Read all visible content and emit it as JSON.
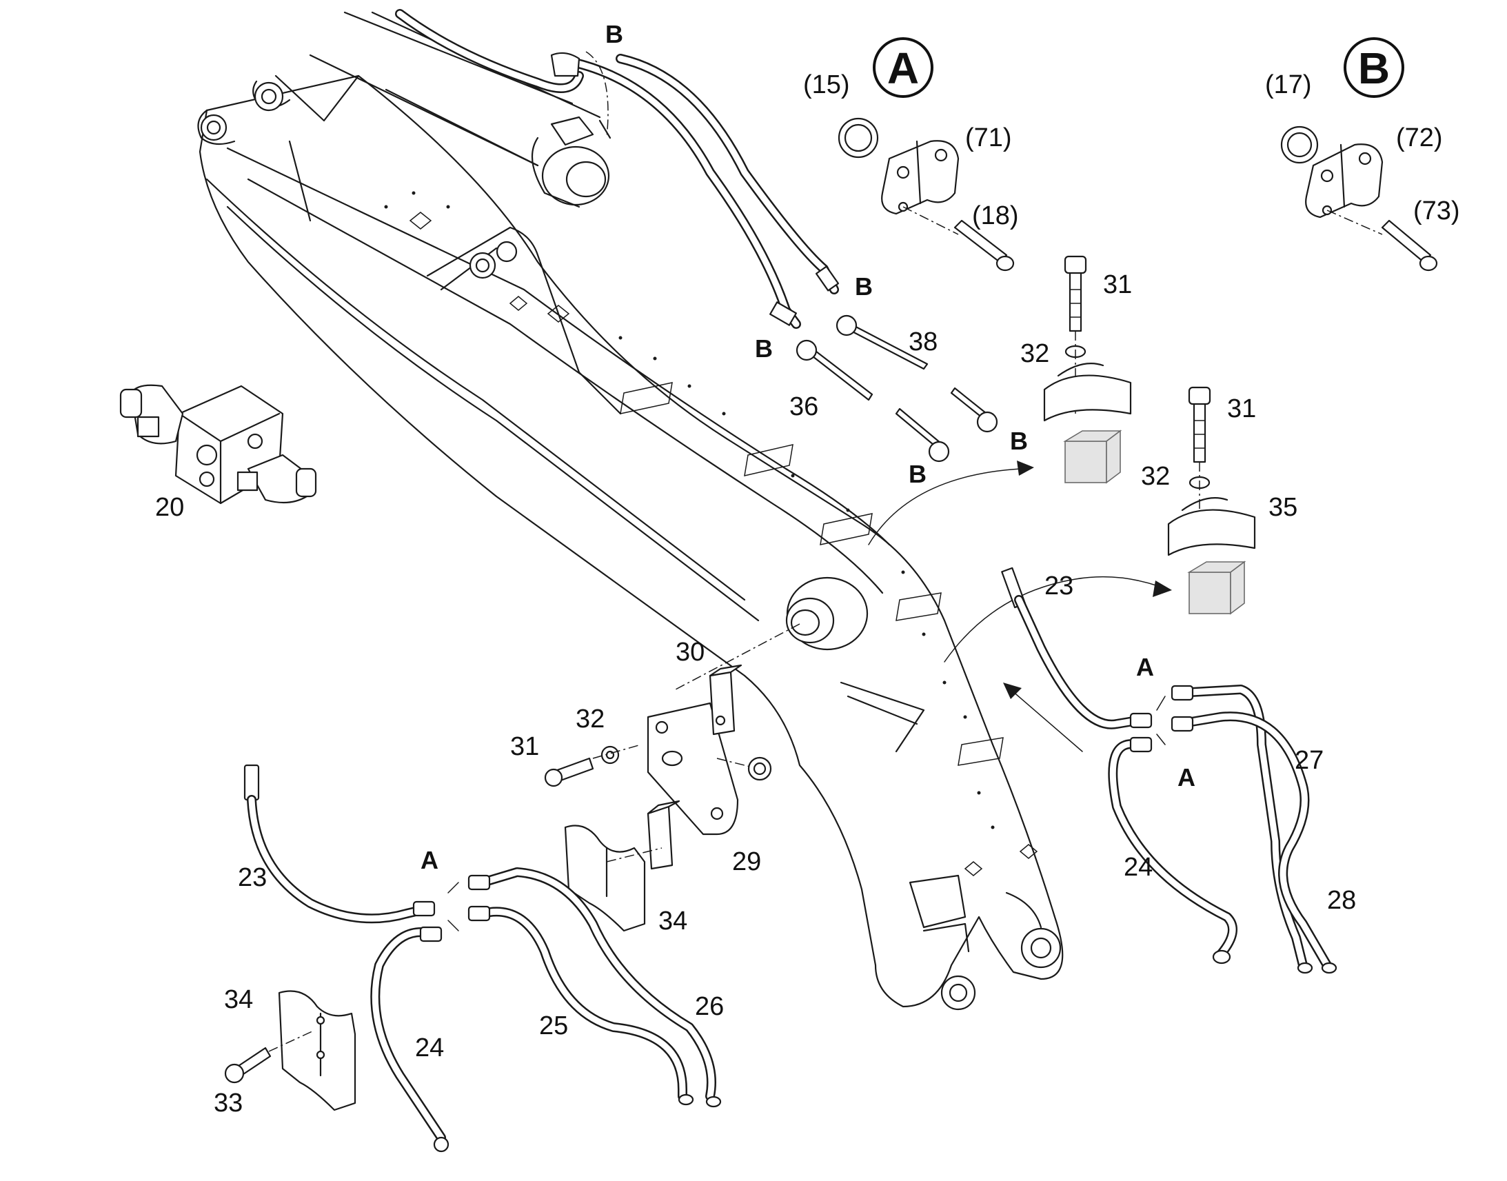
{
  "diagram": {
    "detail_markers": [
      "A",
      "B"
    ],
    "detail_a_labels": [
      "(15)",
      "(71)",
      "(18)"
    ],
    "detail_b_labels": [
      "(17)",
      "(72)",
      "(73)"
    ],
    "connection_labels": [
      "A",
      "B"
    ],
    "part_numbers": [
      "20",
      "23",
      "24",
      "25",
      "26",
      "27",
      "28",
      "29",
      "30",
      "31",
      "32",
      "33",
      "34",
      "35",
      "36",
      "38"
    ]
  }
}
